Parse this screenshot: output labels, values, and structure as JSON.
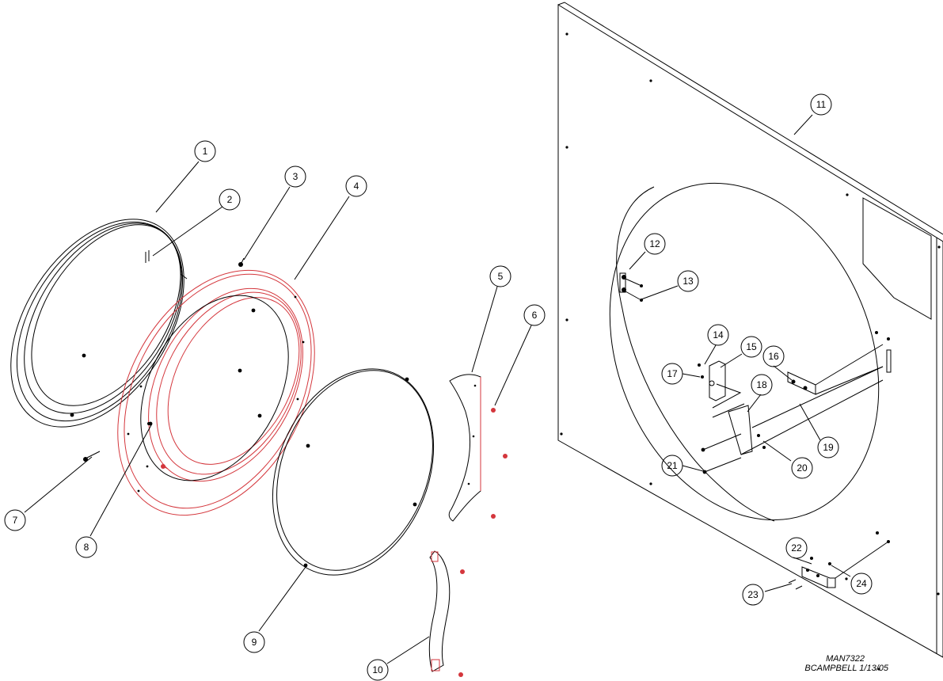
{
  "callouts": [
    "1",
    "2",
    "3",
    "4",
    "5",
    "6",
    "7",
    "8",
    "9",
    "10",
    "11",
    "12",
    "13",
    "14",
    "15",
    "16",
    "17",
    "18",
    "19",
    "20",
    "21",
    "22",
    "23",
    "24"
  ],
  "caption": {
    "doc_number": "MAN7322",
    "author_date": "BCAMPBELL  1/13/05"
  },
  "colors": {
    "line": "#000000",
    "highlight": "#d4363c",
    "background": "#ffffff"
  }
}
